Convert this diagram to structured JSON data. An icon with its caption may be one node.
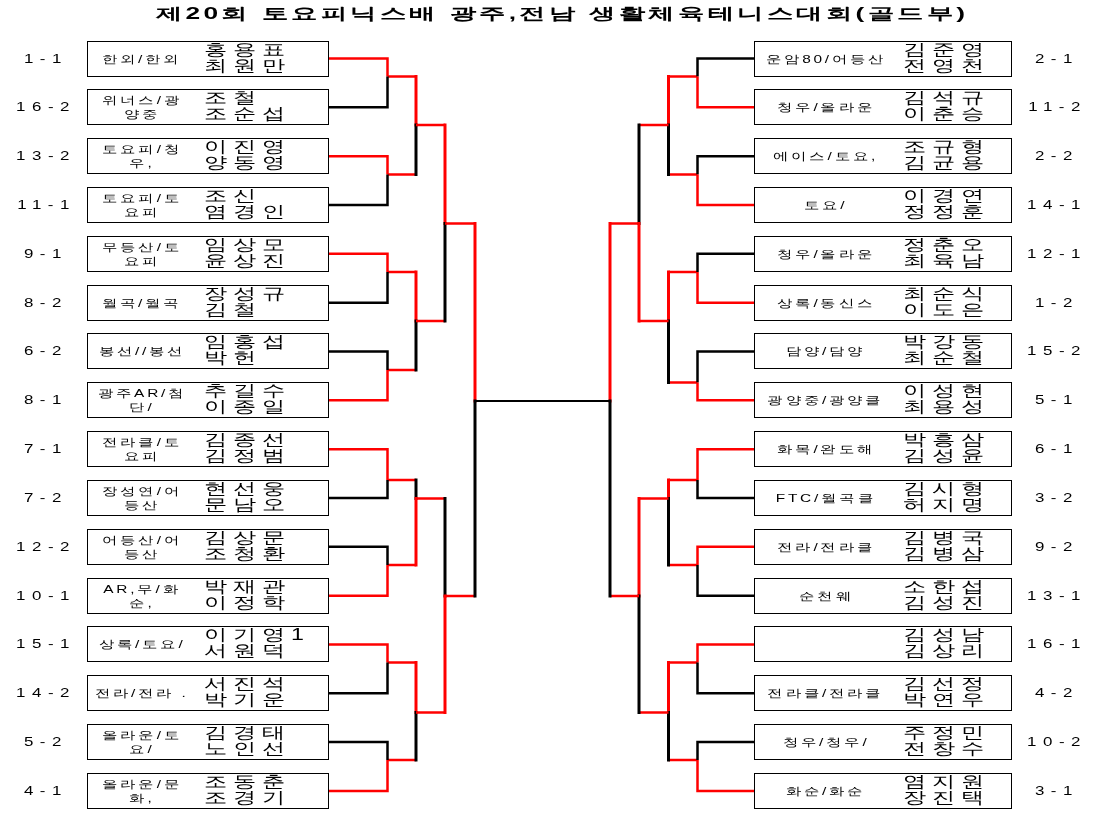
{
  "diagram": {
    "title": "제20회 토요피닉스배 광주,전남 생활체육테니스대회(골드부)",
    "nodes": [
      {
        "text": [
          "한외/한외",
          "홍용표",
          "최원만"
        ],
        "beside": [
          "1-1"
        ]
      },
      {
        "text": [
          "위너스/광양중",
          "조철",
          "조순섭"
        ],
        "beside": [
          "16-2"
        ]
      },
      {
        "text": [
          "토요피/청우,",
          "이진영",
          "양동영"
        ],
        "beside": [
          "13-2"
        ]
      },
      {
        "text": [
          "토요피/토요피",
          "조신",
          "염경인"
        ],
        "beside": [
          "11-1"
        ]
      },
      {
        "text": [
          "무등산/토요피",
          "임상모",
          "윤상진"
        ],
        "beside": [
          "9-1"
        ]
      },
      {
        "text": [
          "월곡/월곡",
          "장성규",
          "김철"
        ],
        "beside": [
          "8-2"
        ]
      },
      {
        "text": [
          "봉선//봉선",
          "임홍섭",
          "박헌"
        ],
        "beside": [
          "6-2"
        ]
      },
      {
        "text": [
          "광주AR/첨단/",
          "추길수",
          "이종일"
        ],
        "beside": [
          "8-1"
        ]
      },
      {
        "text": [
          "전라클/토요피",
          "김종선",
          "김정범"
        ],
        "beside": [
          "7-1"
        ]
      },
      {
        "text": [
          "장성연/어등산",
          "현선웅",
          "문남오"
        ],
        "beside": [
          "7-2"
        ]
      },
      {
        "text": [
          "어등산/어등산",
          "김상문",
          "조청환"
        ],
        "beside": [
          "12-2"
        ]
      },
      {
        "text": [
          "AR,무/화순,",
          "박재관",
          "이정학"
        ],
        "beside": [
          "10-1"
        ]
      },
      {
        "text": [
          "상록/토요/",
          "이기영1",
          "서원덕"
        ],
        "beside": [
          "15-1"
        ]
      },
      {
        "text": [
          "전라/전라 .",
          "서진석",
          "박기운"
        ],
        "beside": [
          "14-2"
        ]
      },
      {
        "text": [
          "올라운/토요/",
          "김경태",
          "노인선"
        ],
        "beside": [
          "5-2"
        ]
      },
      {
        "text": [
          "올라운/문화,",
          "조동춘",
          "조경기"
        ],
        "beside": [
          "4-1"
        ]
      },
      {
        "text": [
          "운암80/어등산",
          "김준영",
          "전영천"
        ],
        "beside": [
          "2-1"
        ]
      },
      {
        "text": [
          "청우/올라운",
          "김석규",
          "이춘승"
        ],
        "beside": [
          "11-2"
        ]
      },
      {
        "text": [
          "에이스/토요,",
          "조규형",
          "김균용"
        ],
        "beside": [
          "2-2"
        ]
      },
      {
        "text": [
          "토요/",
          "이경연",
          "정정훈"
        ],
        "beside": [
          "14-1"
        ]
      },
      {
        "text": [
          "청우/올라운",
          "정춘오",
          "최육남"
        ],
        "beside": [
          "12-1"
        ]
      },
      {
        "text": [
          "상록/동신스",
          "최순식",
          "이도은"
        ],
        "beside": [
          "1-2"
        ]
      },
      {
        "text": [
          "담양/담양",
          "박강동",
          "최순철"
        ],
        "beside": [
          "15-2"
        ]
      },
      {
        "text": [
          "광양중/광양클",
          "이성현",
          "최용성"
        ],
        "beside": [
          "5-1"
        ]
      },
      {
        "text": [
          "화목/완도해",
          "박흥삼",
          "김성윤"
        ],
        "beside": [
          "6-1"
        ]
      },
      {
        "text": [
          "FTC/월곡클",
          "김시형",
          "허지명"
        ],
        "beside": [
          "3-2"
        ]
      },
      {
        "text": [
          "전라/전라클",
          "김병국",
          "김병삼"
        ],
        "beside": [
          "9-2"
        ]
      },
      {
        "text": [
          "순천웨",
          "소한섭",
          "김성진"
        ],
        "beside": [
          "13-1"
        ]
      },
      {
        "text": [
          "김성남",
          "김상리"
        ],
        "beside": [
          "16-1"
        ]
      },
      {
        "text": [
          "전라클/전라클",
          "김선정",
          "박연우"
        ],
        "beside": [
          "4-2"
        ]
      },
      {
        "text": [
          "청우/청우/",
          "주정민",
          "전창수"
        ],
        "beside": [
          "10-2"
        ]
      },
      {
        "text": [
          "화순/화순",
          "염지원",
          "장진택"
        ],
        "beside": [
          "3-1"
        ]
      }
    ],
    "edges": [
      {
        "from": 0,
        "to": null,
        "arrow": "none",
        "color": "#ff0000"
      },
      {
        "from": 1,
        "to": null,
        "arrow": "none",
        "color": "#000000"
      },
      {
        "from": 2,
        "to": null,
        "arrow": "none",
        "color": "#ff0000"
      },
      {
        "from": 3,
        "to": null,
        "arrow": "none",
        "color": "#000000"
      },
      {
        "from": 4,
        "to": null,
        "arrow": "none",
        "color": "#ff0000"
      },
      {
        "from": 5,
        "to": null,
        "arrow": "none",
        "color": "#000000"
      },
      {
        "from": 6,
        "to": null,
        "arrow": "none",
        "color": "#000000"
      },
      {
        "from": 7,
        "to": null,
        "arrow": "none",
        "color": "#ff0000"
      },
      {
        "from": 8,
        "to": null,
        "arrow": "none",
        "color": "#ff0000"
      },
      {
        "from": 9,
        "to": null,
        "arrow": "none",
        "color": "#000000"
      },
      {
        "from": 10,
        "to": null,
        "arrow": "none",
        "color": "#000000"
      },
      {
        "from": 11,
        "to": null,
        "arrow": "none",
        "color": "#ff0000"
      },
      {
        "from": 12,
        "to": null,
        "arrow": "none",
        "color": "#ff0000"
      },
      {
        "from": 13,
        "to": null,
        "arrow": "none",
        "color": "#000000"
      },
      {
        "from": 14,
        "to": null,
        "arrow": "none",
        "color": "#000000"
      },
      {
        "from": 15,
        "to": null,
        "arrow": "none",
        "color": "#ff0000"
      },
      {
        "from": 16,
        "to": null,
        "arrow": "none",
        "color": "#000000"
      },
      {
        "from": 17,
        "to": null,
        "arrow": "none",
        "color": "#ff0000"
      },
      {
        "from": 18,
        "to": null,
        "arrow": "none",
        "color": "#000000"
      },
      {
        "from": 19,
        "to": null,
        "arrow": "none",
        "color": "#ff0000"
      },
      {
        "from": 20,
        "to": null,
        "arrow": "none",
        "color": "#000000"
      },
      {
        "from": 21,
        "to": null,
        "arrow": "none",
        "color": "#ff0000"
      },
      {
        "from": 22,
        "to": null,
        "arrow": "none",
        "color": "#000000"
      },
      {
        "from": 23,
        "to": null,
        "arrow": "none",
        "color": "#ff0000"
      },
      {
        "from": 24,
        "to": null,
        "arrow": "none",
        "color": "#ff0000"
      },
      {
        "from": 25,
        "to": null,
        "arrow": "none",
        "color": "#000000"
      },
      {
        "from": 26,
        "to": null,
        "arrow": "none",
        "color": "#ff0000"
      },
      {
        "from": 27,
        "to": null,
        "arrow": "none",
        "color": "#000000"
      },
      {
        "from": 28,
        "to": null,
        "arrow": "none",
        "color": "#ff0000"
      },
      {
        "from": 29,
        "to": null,
        "arrow": "none",
        "color": "#000000"
      },
      {
        "from": 30,
        "to": null,
        "arrow": "none",
        "color": "#000000"
      },
      {
        "from": 31,
        "to": null,
        "arrow": "none",
        "color": "#ff0000"
      }
    ]
  }
}
